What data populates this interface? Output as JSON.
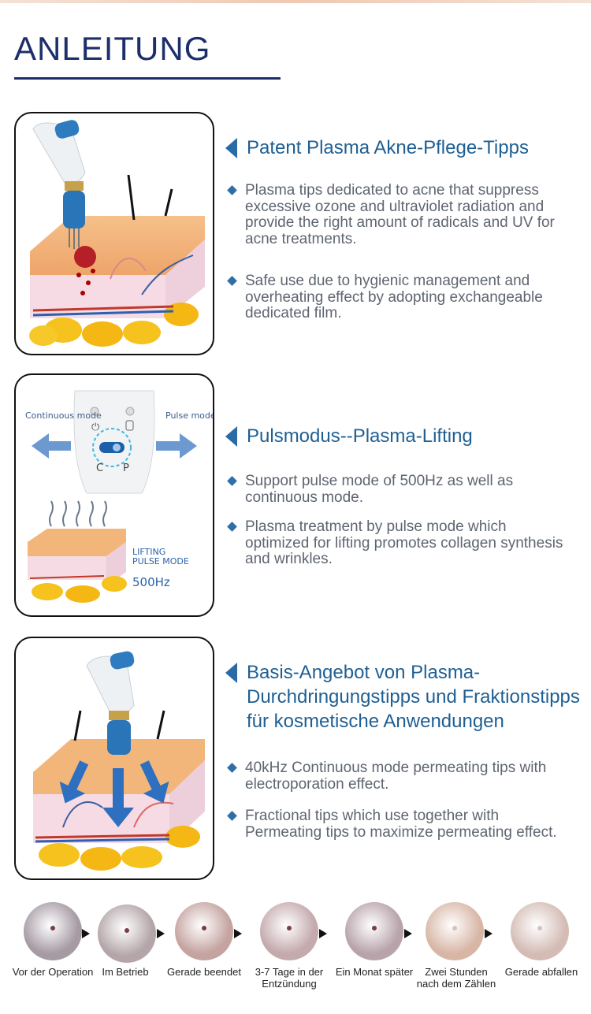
{
  "title": "ANLEITUNG",
  "sections": [
    {
      "heading": "Patent Plasma Akne-Pflege-Tipps",
      "bullets": [
        "Plasma tips dedicated to acne that suppress excessive ozone and ultraviolet radiation and provide the right amount of radicals and UV for acne treatments.",
        "Safe use due to hygienic management and overheating effect by adopting exchangeable dedicated film."
      ]
    },
    {
      "heading": "Pulsmodus--Plasma-Lifting",
      "bullets": [
        "Support pulse mode of 500Hz as well as continuous mode.",
        "Plasma treatment by pulse mode which optimized for lifting promotes collagen synthesis and wrinkles."
      ],
      "image_labels": {
        "continuous": "Continuous mode",
        "pulse": "Pulse mode",
        "c": "C",
        "p": "P",
        "lifting1": "LIFTING",
        "lifting2": "PULSE MODE",
        "freq": "500Hz"
      }
    },
    {
      "heading": "Basis-Angebot von Plasma-Durchdringungstipps und Fraktionstipps für kosmetische Anwendungen",
      "bullets": [
        "40kHz Continuous mode permeating tips with electroporation effect.",
        "Fractional tips which use together with Permeating tips to maximize permeating effect."
      ]
    }
  ],
  "steps": [
    {
      "label": "Vor der Operation",
      "color": "#a69aa3"
    },
    {
      "label": "Im Betrieb",
      "color": "#b3a5a8"
    },
    {
      "label": "Gerade beendet",
      "color": "#c4a3a0"
    },
    {
      "label": "3-7 Tage in der Entzündung",
      "color": "#c4a9ad"
    },
    {
      "label": "Ein Monat später",
      "color": "#b8a3ab"
    },
    {
      "label": "Zwei Stunden nach dem Zählen",
      "color": "#d8b6a6"
    },
    {
      "label": "Gerade abfallen",
      "color": "#d4bcb5"
    }
  ]
}
